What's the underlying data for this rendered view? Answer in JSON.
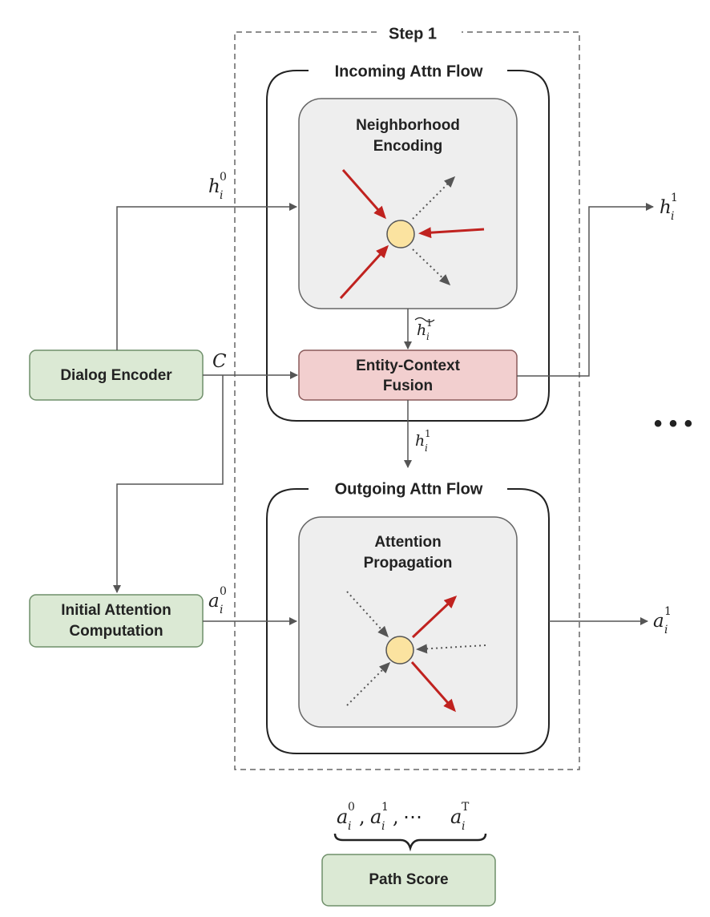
{
  "step": {
    "label": "Step 1"
  },
  "incoming": {
    "title": "Incoming Attn Flow"
  },
  "neighborhood": {
    "line1": "Neighborhood",
    "line2": "Encoding"
  },
  "fusion": {
    "line1": "Entity-Context",
    "line2": "Fusion"
  },
  "outgoing": {
    "title": "Outgoing Attn Flow"
  },
  "propagation": {
    "line1": "Attention",
    "line2": "Propagation"
  },
  "dialog_encoder": {
    "label": "Dialog Encoder"
  },
  "initial_attention": {
    "line1": "Initial Attention",
    "line2": "Computation"
  },
  "path_score": {
    "label": "Path Score"
  },
  "ellipsis": "• • •",
  "math": {
    "h_in": {
      "base": "h",
      "sub": "i",
      "sup": "0"
    },
    "h_out": {
      "base": "h",
      "sub": "i",
      "sup": "1"
    },
    "h_tilde": {
      "base": "h",
      "sub": "i",
      "sup": "1"
    },
    "h_mid": {
      "base": "h",
      "sub": "i",
      "sup": "1"
    },
    "c": {
      "base": "C"
    },
    "a_in": {
      "base": "a",
      "sub": "i",
      "sup": "0"
    },
    "a_out": {
      "base": "a",
      "sub": "i",
      "sup": "1"
    },
    "seq": {
      "t0": {
        "base": "a",
        "sub": "i",
        "sup": "0"
      },
      "t1": {
        "base": "a",
        "sub": "i",
        "sup": "1"
      },
      "dots": "⋯",
      "tT": {
        "base": "a",
        "sub": "i",
        "sup": "T"
      },
      "comma": ","
    }
  },
  "colors": {
    "green_fill": "#dbe9d4",
    "green_stroke": "#6f8f6a",
    "gray_fill": "#eeeeee",
    "pink_fill": "#f2cfcf",
    "pink_stroke": "#8a5a5a",
    "node_fill": "#fbe3a0",
    "red_arrow": "#c0221f",
    "gray_arrow": "#555555"
  }
}
